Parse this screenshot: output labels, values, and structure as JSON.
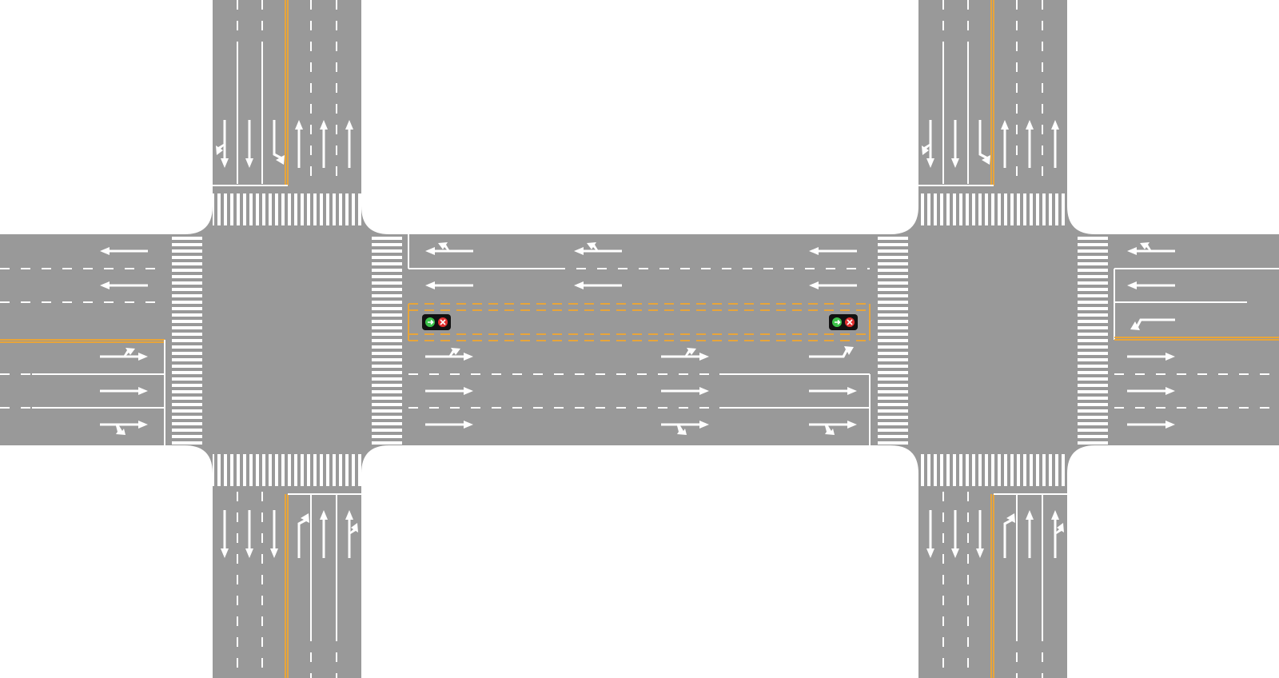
{
  "colors": {
    "background": "#ffffff",
    "asphalt": "#999999",
    "marking": "#ffffff",
    "center_line": "#e8a53a",
    "signal_housing": "#111111",
    "signal_go": "#3cc24a",
    "signal_stop": "#e23030"
  },
  "intersections": [
    {
      "name": "west-intersection",
      "signal": "none"
    },
    {
      "name": "east-intersection",
      "signal": "none"
    }
  ],
  "mid_block_signals": [
    {
      "name": "west-lane-signal",
      "left_lamp": "green-arrow",
      "right_lamp": "red-x"
    },
    {
      "name": "east-lane-signal",
      "left_lamp": "green-arrow",
      "right_lamp": "red-x"
    }
  ],
  "lane_arrow_types": [
    "straight",
    "left-turn",
    "right-turn",
    "u-turn",
    "straight-or-left",
    "straight-or-right",
    "left-or-u-turn"
  ],
  "icons": {
    "go_lamp": "green-arrow-icon",
    "stop_lamp": "red-x-icon"
  }
}
